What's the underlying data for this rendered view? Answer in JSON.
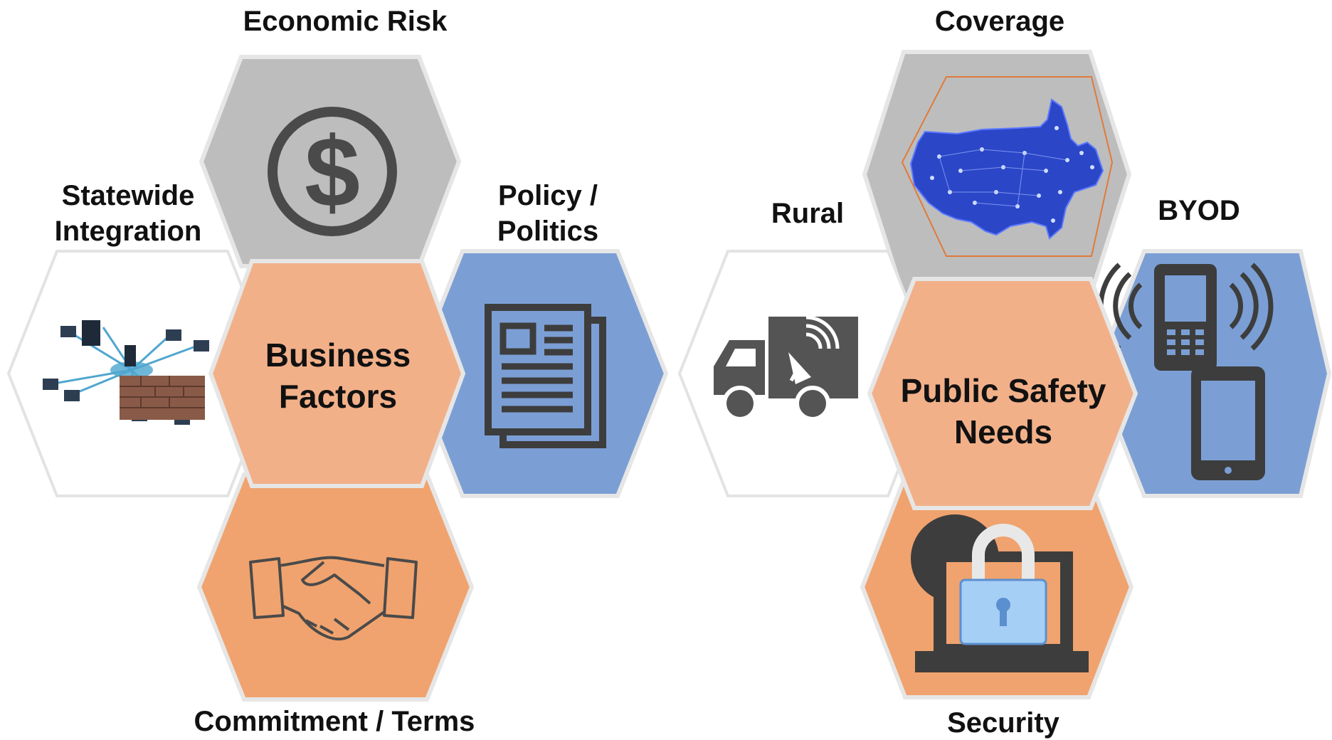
{
  "left_cluster": {
    "center_label_line1": "Business",
    "center_label_line2": "Factors",
    "top": {
      "label": "Economic Risk",
      "icon": "dollar-icon"
    },
    "left": {
      "label_line1": "Statewide",
      "label_line2": "Integration",
      "icon": "network-icon"
    },
    "right": {
      "label_line1": "Policy /",
      "label_line2": "Politics",
      "icon": "document-icon"
    },
    "bottom": {
      "label": "Commitment / Terms",
      "icon": "handshake-icon"
    }
  },
  "right_cluster": {
    "center_label_line1": "Public Safety",
    "center_label_line2": "Needs",
    "top": {
      "label": "Coverage",
      "icon": "us-map-icon"
    },
    "left": {
      "label": "Rural",
      "icon": "satellite-truck-icon"
    },
    "right": {
      "label": "BYOD",
      "icon": "mobile-devices-icon"
    },
    "bottom": {
      "label": "Security",
      "icon": "lock-laptop-icon"
    }
  },
  "colors": {
    "gray_hex": "#bdbdbd",
    "white_hex": "#ffffff",
    "blue_hex": "#7b9fd4",
    "orange_center": "#f2b089",
    "orange_bottom": "#f0a36e",
    "icon_dark": "#505050",
    "hex_border": "#e6e6e6"
  }
}
